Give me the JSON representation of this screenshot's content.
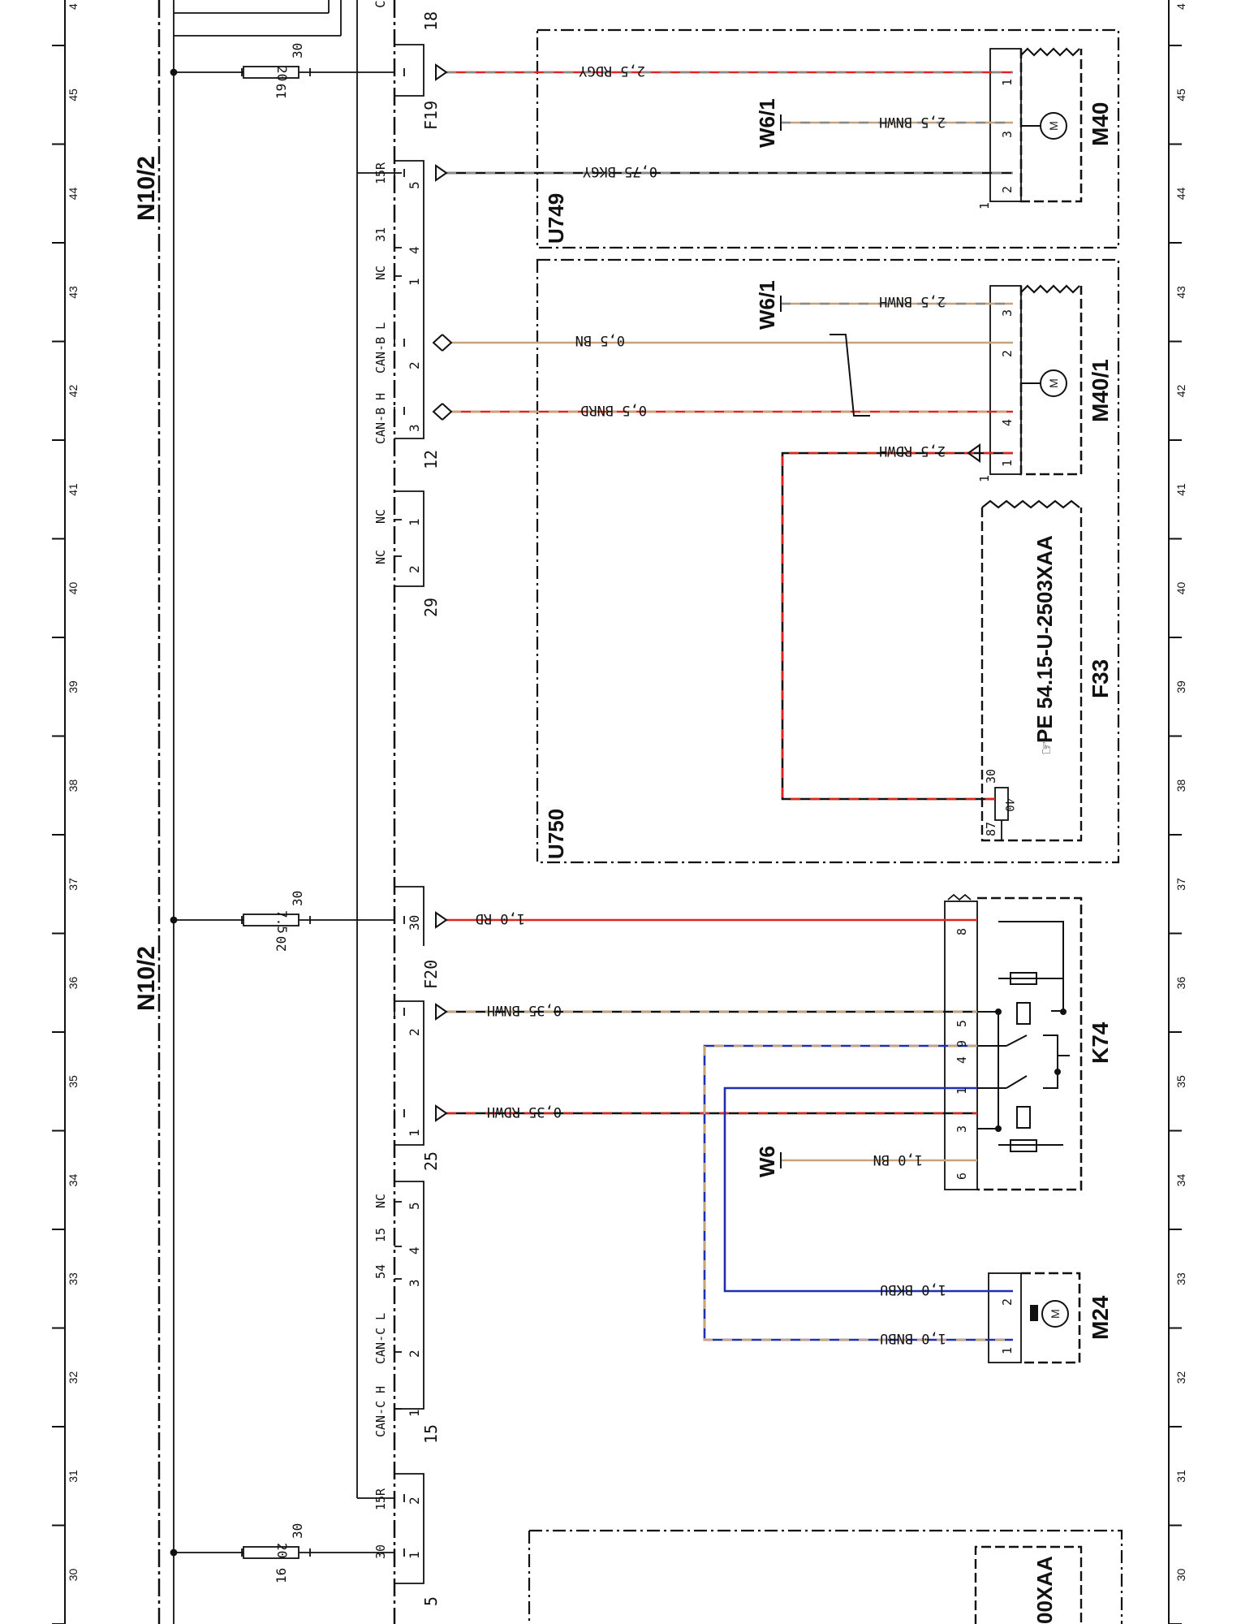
{
  "grid": {
    "numbers": [
      "30",
      "31",
      "32",
      "33",
      "34",
      "35",
      "36",
      "37",
      "38",
      "39",
      "40",
      "41",
      "42",
      "43",
      "44",
      "45"
    ],
    "top_partial": "4"
  },
  "control_unit": {
    "label_top": "N10/2",
    "label_bottom": "N10/2"
  },
  "fuses": {
    "f19": {
      "id": "19",
      "rating": "20",
      "terminal": "30",
      "name": "F19"
    },
    "f20": {
      "id": "20",
      "rating": "7.5",
      "terminal": "30",
      "name": "F20"
    },
    "f16": {
      "id": "16",
      "rating": "20",
      "terminal": "30"
    }
  },
  "connectors": {
    "c18": {
      "number": "18",
      "partial_label": "C"
    },
    "c12": {
      "number": "12",
      "pins": [
        "5",
        "4",
        "1",
        "2",
        "3"
      ],
      "signals": [
        "15R",
        "31",
        "NC",
        "CAN-B L",
        "CAN-B H"
      ]
    },
    "c29": {
      "number": "29",
      "pins": [
        "1",
        "2"
      ],
      "signals": [
        "NC",
        "NC"
      ]
    },
    "c25": {
      "number": "25",
      "pins": [
        "2",
        "1"
      ],
      "terminal": "30"
    },
    "c15": {
      "number": "15",
      "pins": [
        "5",
        "4",
        "3",
        "2",
        "1"
      ],
      "signals": [
        "NC",
        "15",
        "54",
        "CAN-C L",
        "CAN-C H"
      ]
    },
    "c5": {
      "number": "5",
      "pins": [
        "2",
        "1"
      ],
      "signals": [
        "15R",
        "30"
      ]
    }
  },
  "wires": {
    "w_rdgy": "2,5 RDGY",
    "w_bnwh_a": "2,5 BNWH",
    "w_bkgy": "0,75 BKGY",
    "w_bnwh_b": "2,5 BNWH",
    "w_bn": "0,5 BN",
    "w_bnrd": "0,5 BNRD",
    "w_rdwh": "2,5 RDWH",
    "w_rd": "1,0 RD",
    "w_bnwh_c": "0,35 BNWH",
    "w_rdwh_b": "0,35 RDWH",
    "w_bn_b": "1,0 BN",
    "w_bkbu": "1,0 BKBU",
    "w_bnbu": "1,0 BNBU"
  },
  "ground_refs": {
    "w6_1_a": "W6/1",
    "w6_1_b": "W6/1",
    "w6": "W6"
  },
  "components": {
    "u749": "U749",
    "u750": "U750",
    "m40": "M40",
    "m40_1": "M40/1",
    "m24": "M24",
    "k74": "K74",
    "f33": "F33",
    "f33_part": "PE  54.15-U-2503XAA",
    "f33_fuse": {
      "rating": "40",
      "pin_a": "30",
      "pin_b": "87"
    },
    "bottom_part_fragment": "00XAA"
  },
  "pins": {
    "m40": [
      "1",
      "3",
      "2",
      "1"
    ],
    "m40_1": [
      "3",
      "2",
      "4",
      "1",
      "1"
    ],
    "k74": [
      "8",
      "5",
      "9",
      "4",
      "1",
      "3",
      "6"
    ],
    "m24": [
      "2",
      "1"
    ]
  },
  "colors": {
    "red": "#e0251b",
    "brown": "#c8a27a",
    "blue": "#1e2fb0",
    "gray": "#8a8a8a",
    "black": "#111111"
  }
}
